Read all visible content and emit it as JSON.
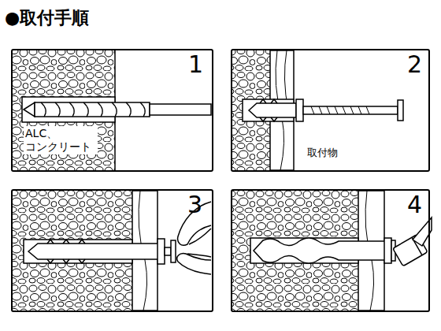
{
  "diagram": {
    "title": "●取付手順",
    "nodes": [
      {
        "text": [
          "1",
          "ALC、 コンクリート"
        ]
      },
      {
        "text": [
          "2",
          "取付物"
        ]
      },
      {
        "text": [
          "3"
        ]
      },
      {
        "text": [
          "4"
        ]
      }
    ]
  }
}
